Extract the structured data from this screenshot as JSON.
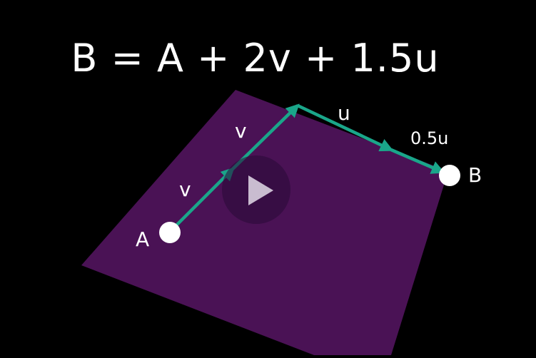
{
  "equation": "B = A + 2v + 1.5u",
  "labels": {
    "a": "A",
    "b": "B",
    "v1": "v",
    "v2": "v",
    "u": "u",
    "half_u": "0.5u"
  },
  "colors": {
    "background": "#000000",
    "plane": "#4a1255",
    "arrow": "#1aa68a",
    "point": "#ffffff",
    "text": "#ffffff"
  },
  "icons": {
    "play": "play-icon"
  }
}
